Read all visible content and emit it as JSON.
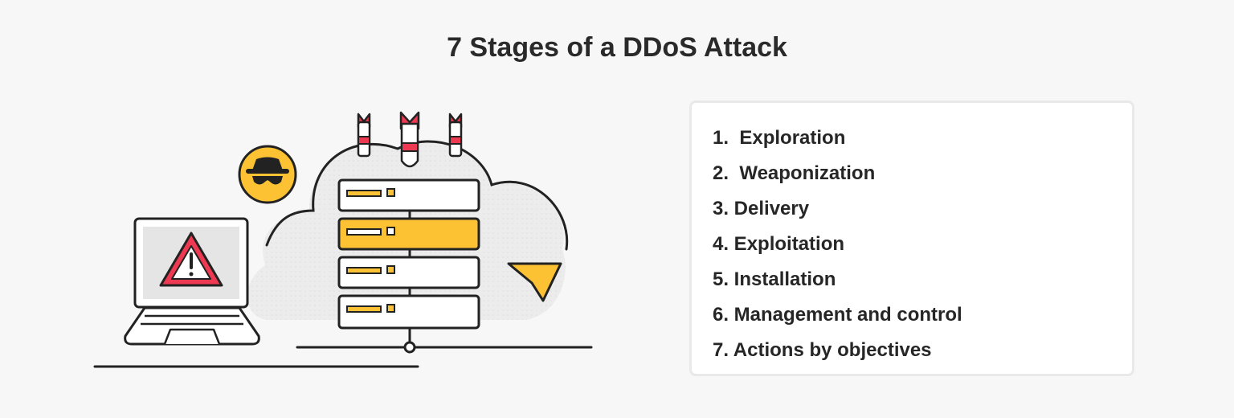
{
  "header": {
    "title": "7 Stages of a DDoS Attack"
  },
  "stages": [
    {
      "label": "1.  Exploration"
    },
    {
      "label": "2.  Weaponization"
    },
    {
      "label": "3. Delivery"
    },
    {
      "label": "4. Exploitation"
    },
    {
      "label": "5. Installation"
    },
    {
      "label": "6. Management and control"
    },
    {
      "label": "7. Actions by objectives"
    }
  ],
  "colors": {
    "accent_yellow": "#fcc234",
    "alert_red": "#ed3a52",
    "outline": "#222222",
    "cloud_fill": "#ececec",
    "background": "#f7f7f7"
  },
  "icons": [
    "hacker-icon",
    "warning-icon",
    "missile-icon",
    "cursor-icon",
    "server-rack-icon",
    "cloud-icon",
    "laptop-icon"
  ]
}
